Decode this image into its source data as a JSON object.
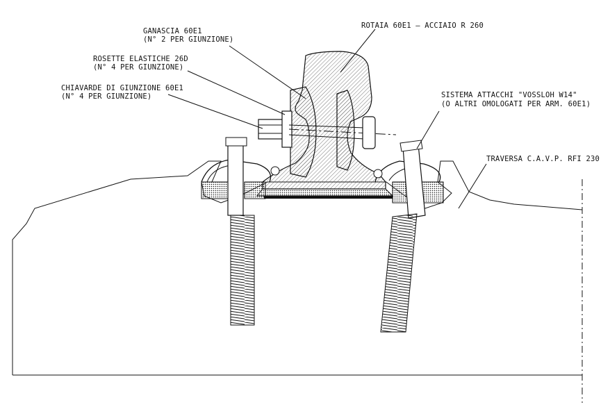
{
  "labels": {
    "ganascia": {
      "line1": "GANASCIA 60E1",
      "line2": "(N° 2 PER GIUNZIONE)"
    },
    "rosette": {
      "line1": "ROSETTE ELASTICHE 26D",
      "line2": "(N° 4 PER GIUNZIONE)"
    },
    "chiavarde": {
      "line1": "CHIAVARDE DI GIUNZIONE 60E1",
      "line2": "(N° 4 PER GIUNZIONE)"
    },
    "rotaia": {
      "line1": "ROTAIA 60E1 — ACCIAIO R 260"
    },
    "sistema": {
      "line1": "SISTEMA ATTACCHI \"VOSSLOH W14\"",
      "line2": "(O ALTRI OMOLOGATI PER ARM. 60E1)"
    },
    "traversa": {
      "line1": "TRAVERSA C.A.V.P. RFI 230"
    }
  },
  "colors": {
    "ink": "#111111",
    "hatch": "#444444",
    "background": "#ffffff"
  }
}
